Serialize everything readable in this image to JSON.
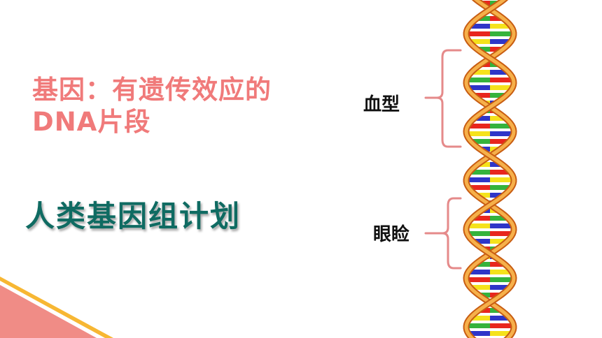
{
  "definition": {
    "line1": "基因：有遗传效应的",
    "line2": "DNA片段"
  },
  "project_title": "人类基因组计划",
  "labels": {
    "blood_type": "血型",
    "eyelid": "眼睑"
  },
  "colors": {
    "definition_text": "#F07A7A",
    "title_text": "#0F6B62",
    "label_text": "#111111",
    "bracket": "#E58A8A",
    "corner_fill": "#F08C86",
    "corner_stripe": "#F7B733",
    "backbone_light": "#F6B04A",
    "backbone_dark": "#C85D12",
    "base_red": "#E8261E",
    "base_yellow": "#F5E21C",
    "base_green": "#35B33C",
    "base_blue": "#2E35C8"
  }
}
